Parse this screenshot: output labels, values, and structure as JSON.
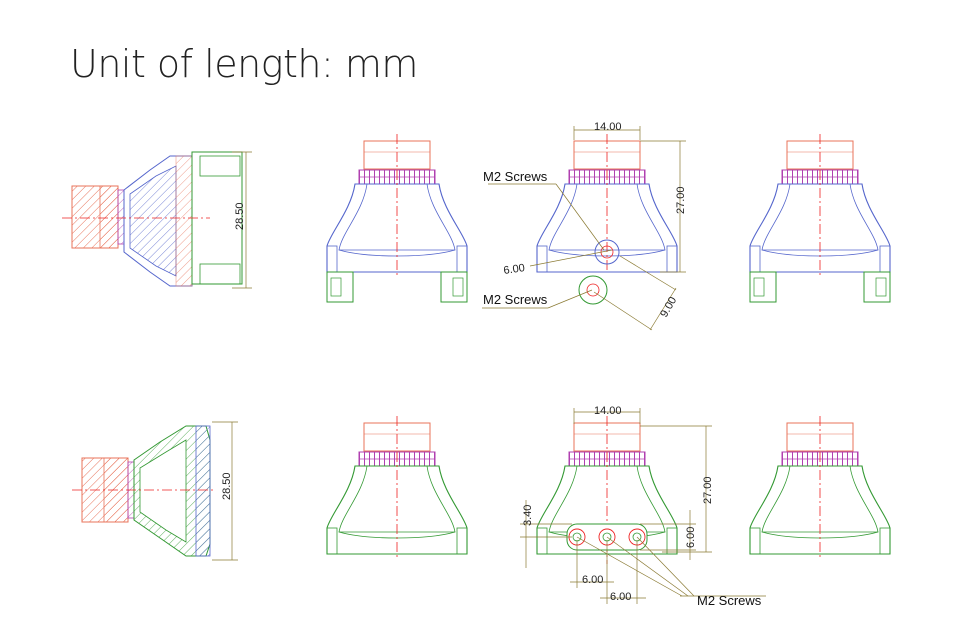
{
  "title": "Unit of length: mm",
  "colors": {
    "lens": "#e8735a",
    "knurl": "#b040b0",
    "body_top": "#5566cc",
    "body_bottom": "#339933",
    "centerline": "#ee2222",
    "dimension": "#8a7a33"
  },
  "top_row": {
    "side_height": "28.50",
    "width_dim": "14.00",
    "height_dim": "27.00",
    "hole_dim": "6.00",
    "offset_dim": "9.00",
    "screw_label_1": "M2 Screws",
    "screw_label_2": "M2 Screws"
  },
  "bottom_row": {
    "side_height": "28.50",
    "width_dim": "14.00",
    "height_dim": "27.00",
    "left_dim": "3.40",
    "right_dim": "6.00",
    "pitch_dim_1": "6.00",
    "pitch_dim_2": "6.00",
    "screw_label": "M2 Screws"
  }
}
